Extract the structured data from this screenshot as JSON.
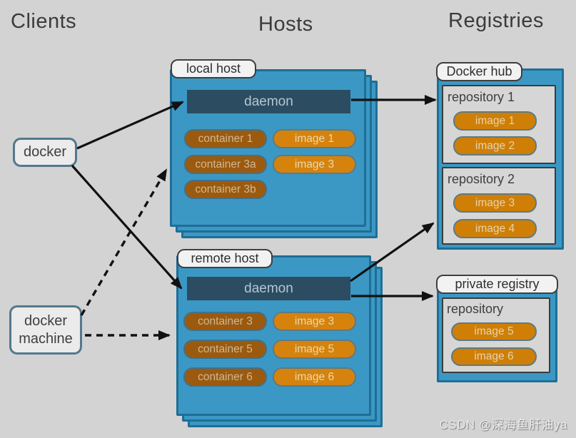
{
  "headers": {
    "clients": "Clients",
    "hosts": "Hosts",
    "registries": "Registries"
  },
  "clients": {
    "docker": "docker",
    "docker_machine": "docker machine"
  },
  "hosts": [
    {
      "label": "local host",
      "daemon": "daemon",
      "containers": [
        "container 1",
        "container 3a",
        "container 3b"
      ],
      "images": [
        "image 1",
        "image 3"
      ]
    },
    {
      "label": "remote host",
      "daemon": "daemon",
      "containers": [
        "container 3",
        "container 5",
        "container 6"
      ],
      "images": [
        "image 3",
        "image 5",
        "image 6"
      ]
    }
  ],
  "registries": [
    {
      "label": "Docker hub",
      "repositories": [
        {
          "name": "repository 1",
          "images": [
            "image 1",
            "image 2"
          ]
        },
        {
          "name": "repository 2",
          "images": [
            "image 3",
            "image 4"
          ]
        }
      ]
    },
    {
      "label": "private registry",
      "repositories": [
        {
          "name": "repository",
          "images": [
            "image 5",
            "image 6"
          ]
        }
      ]
    }
  ],
  "watermark": "CSDN @深海鱼肝油ya",
  "colors": {
    "background": "#d3d3d3",
    "host_blue": "#3b98c4",
    "host_border": "#1e6e96",
    "daemon_bar": "#2b4c61",
    "container_orange": "#9c5a0e",
    "image_orange": "#d5830d",
    "registry_image_orange": "#d07f06",
    "arrow": "#111111"
  }
}
